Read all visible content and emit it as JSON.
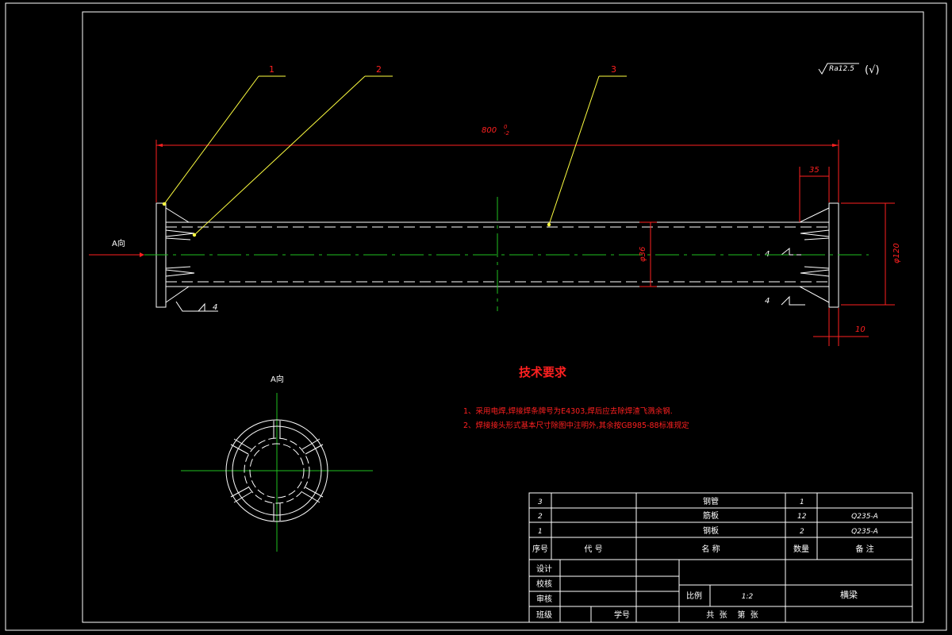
{
  "drawing": {
    "roughness": "Ra12.5",
    "roughness_rest": "(√)",
    "balloons": [
      "1",
      "2",
      "3"
    ],
    "dims": {
      "length": "800",
      "length_tol_upper": "0",
      "length_tol_lower": "-2",
      "end_offset": "35",
      "plate_thk": "10",
      "tube_dia": "φ36",
      "plate_dia": "φ120",
      "weld_size": "4"
    },
    "view_label": "A向"
  },
  "tech": {
    "title": "技术要求",
    "items": [
      "1、采用电焊,焊接焊条牌号为E4303,焊后应去除焊渣飞溅余钢.",
      "2、焊接接头形式基本尺寸除图中注明外,其余按GB985-88标准规定"
    ]
  },
  "bom": {
    "rows": [
      {
        "no": "3",
        "code": "",
        "name": "钢管",
        "qty": "1",
        "note": ""
      },
      {
        "no": "2",
        "code": "",
        "name": "筋板",
        "qty": "12",
        "note": "Q235-A"
      },
      {
        "no": "1",
        "code": "",
        "name": "钢板",
        "qty": "2",
        "note": "Q235-A"
      }
    ],
    "header": {
      "no": "序号",
      "code": "代  号",
      "name": "名  称",
      "qty": "数量",
      "note": "备  注"
    }
  },
  "titleblock": {
    "design": "设计",
    "check": "校核",
    "review": "审核",
    "class": "班级",
    "student_id": "学号",
    "scale_label": "比例",
    "scale": "1:2",
    "part_name": "横梁",
    "sheets": "共  张    第  张"
  }
}
